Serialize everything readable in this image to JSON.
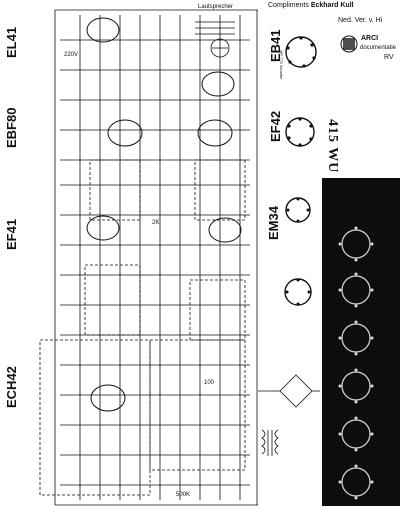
{
  "header": {
    "credit_prefix": "Compliments",
    "credit_name": "Eckhard Kull",
    "archive_line": "Ned. Ver. v. Hi",
    "archive_brand": "ARCI",
    "archive_sub": "documentatie",
    "archive_tail": "RV"
  },
  "model": "415 WU",
  "tubes_left": [
    "EL41",
    "EBF80",
    "EF41",
    "ECH42"
  ],
  "tubes_right": [
    "EB41",
    "EF42",
    "EM34"
  ],
  "fragments": {
    "lautsprecher": "Lautsprecher",
    "v220": "220V",
    "k2": "2K",
    "k500": "500K",
    "r100": "100",
    "mp": "MP 775 Schalter"
  },
  "colors": {
    "ink": "#111111",
    "paper": "#ffffff",
    "panel": "#0d0d0d"
  }
}
